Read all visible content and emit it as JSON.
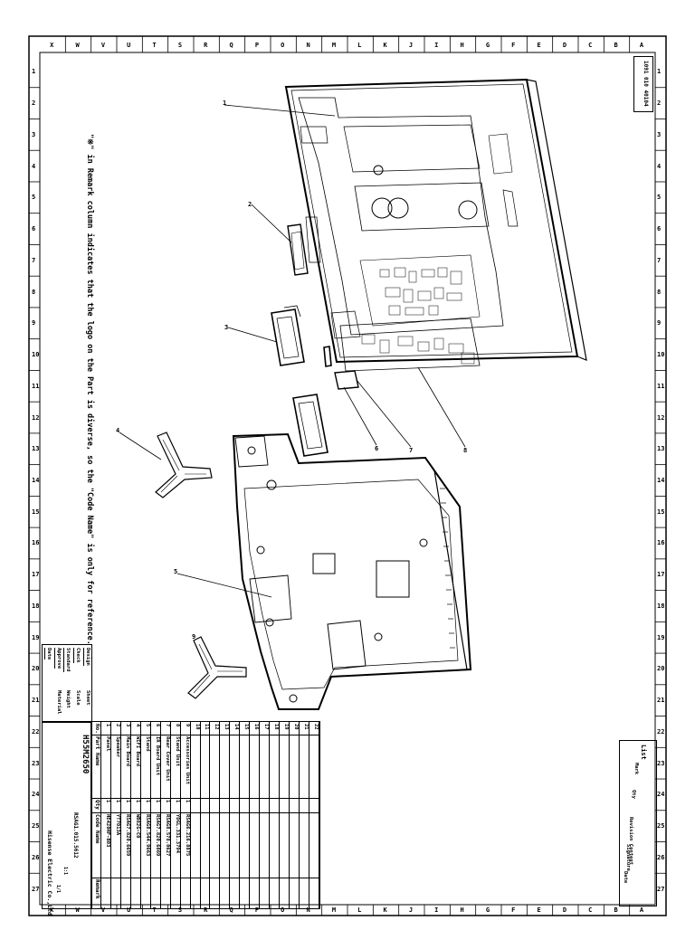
{
  "sheet": {
    "remark_note": "\"※\" in Remark column indicates that the logo on the Part is diverse, so the \"Code Name\" is only for reference.",
    "drawing_code_stamp": "1091 010 40104",
    "left_zone_numbers": [
      "1",
      "2",
      "3",
      "4",
      "5",
      "6",
      "7",
      "8",
      "9",
      "10",
      "11",
      "12",
      "13",
      "14",
      "15",
      "16",
      "17",
      "18",
      "19",
      "20",
      "21",
      "22",
      "23",
      "24",
      "25",
      "26",
      "27"
    ],
    "top_zone_letters": [
      "A",
      "B",
      "C",
      "D",
      "E",
      "F",
      "G",
      "H",
      "I",
      "J",
      "K",
      "L",
      "M",
      "N",
      "O",
      "P",
      "Q",
      "R",
      "S",
      "T",
      "U",
      "V",
      "W",
      "X"
    ]
  },
  "callouts": [
    "1",
    "2",
    "3",
    "4",
    "5",
    "6",
    "7",
    "8",
    "9"
  ],
  "parts_table": {
    "headers": {
      "no": "No.",
      "part_name": "Part Name",
      "qty": "Qty",
      "code_name": "Code Name",
      "remark": "Remark"
    },
    "rows": [
      {
        "no": "1",
        "part_name": "Panel",
        "qty": "1",
        "code_name": "HE420HF-B03",
        "remark": ""
      },
      {
        "no": "2",
        "part_name": "Speaker",
        "qty": "1",
        "code_name": "YT7013A",
        "remark": ""
      },
      {
        "no": "3",
        "part_name": "Main Board",
        "qty": "1",
        "code_name": "RSAG7.820.6659",
        "remark": ""
      },
      {
        "no": "4",
        "part_name": "WIFI Board",
        "qty": "1",
        "code_name": "WB82G-C0",
        "remark": ""
      },
      {
        "no": "5",
        "part_name": "Stand",
        "qty": "1",
        "code_name": "RSAG8.544.9663",
        "remark": ""
      },
      {
        "no": "6",
        "part_name": "IR Board Unit",
        "qty": "1",
        "code_name": "RSAG7.820.6869",
        "remark": ""
      },
      {
        "no": "7",
        "part_name": "Rear Cover Unit",
        "qty": "1",
        "code_name": "RSAG8.578.0627",
        "remark": ""
      },
      {
        "no": "8",
        "part_name": "Stand Unit",
        "qty": "1",
        "code_name": "YDGL.331.3794",
        "remark": ""
      },
      {
        "no": "9",
        "part_name": "Accessories Unit",
        "qty": "1",
        "code_name": "RSAG6.216.8875",
        "remark": ""
      }
    ],
    "empty_rows": [
      "10",
      "11",
      "12",
      "13",
      "14",
      "15",
      "16",
      "17",
      "18",
      "19",
      "20",
      "21",
      "22"
    ]
  },
  "title_block": {
    "model": "H55M2650",
    "drawing_number": "RSAG1.015.5612",
    "company": "Hisense Electric Co.,Ltd",
    "labels": [
      "Design",
      "Check",
      "Standard",
      "Approve",
      "Date",
      "Sheet",
      "Scale",
      "Weight",
      "Material"
    ],
    "scale_value": "1:1",
    "sheet_value": "1/1"
  },
  "revision_block": {
    "title": "List",
    "rows": [
      "Mark",
      "Qty",
      "Revision Content",
      "Signature",
      "Date"
    ]
  }
}
